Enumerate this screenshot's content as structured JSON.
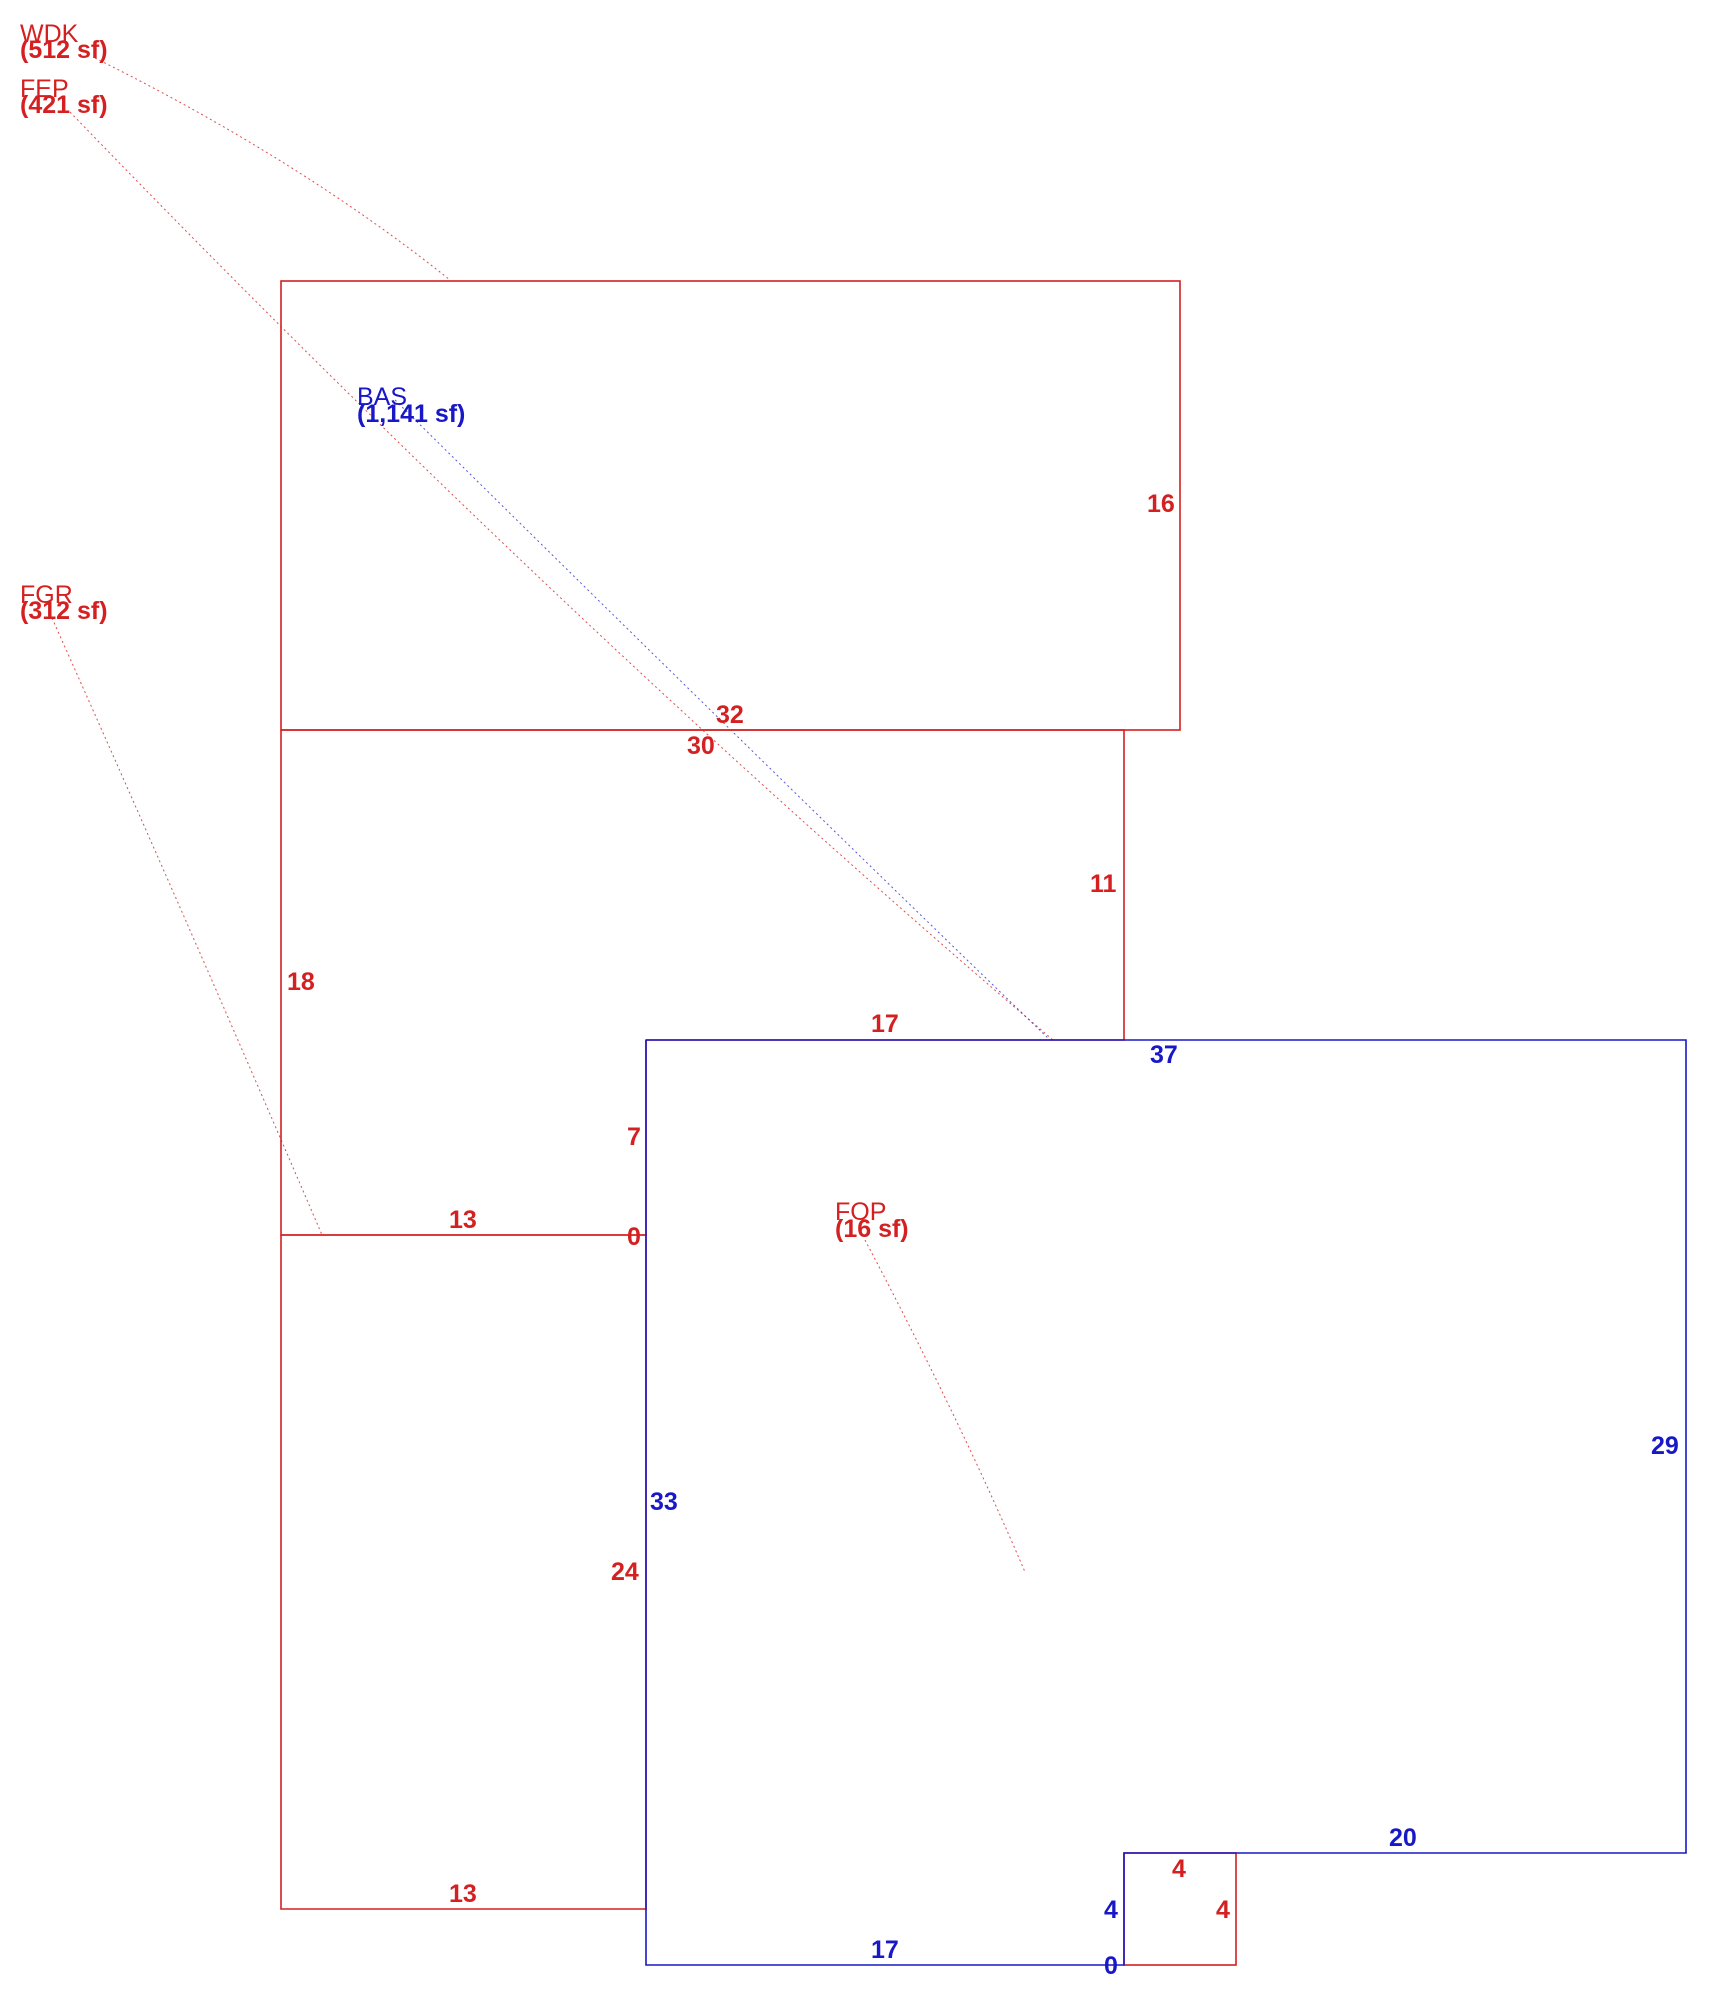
{
  "colors": {
    "red": "#d42020",
    "blue": "#1818c8"
  },
  "areas": {
    "wdk": {
      "name": "WDK",
      "sf": "(512 sf)"
    },
    "fep": {
      "name": "FEP",
      "sf": "(421 sf)"
    },
    "fgr": {
      "name": "FGR",
      "sf": "(312 sf)"
    },
    "bas": {
      "name": "BAS",
      "sf": "(1,141 sf)"
    },
    "fop": {
      "name": "FOP",
      "sf": "(16 sf)"
    }
  },
  "dimensions": {
    "wdk_right": "16",
    "wdk_bottom": "32",
    "fep_top": "30",
    "fep_right": "11",
    "fep_left": "18",
    "fep_bottom": "17",
    "fep_inner": "7",
    "fgr_top": "13",
    "fgr_zero": "0",
    "fgr_right": "24",
    "fgr_bottom": "13",
    "bas_top": "37",
    "bas_left": "33",
    "bas_right": "29",
    "bas_step": "20",
    "bas_bottom": "17",
    "bas_notch": "4",
    "bas_zero": "0",
    "fop_top": "4",
    "fop_right": "4"
  }
}
